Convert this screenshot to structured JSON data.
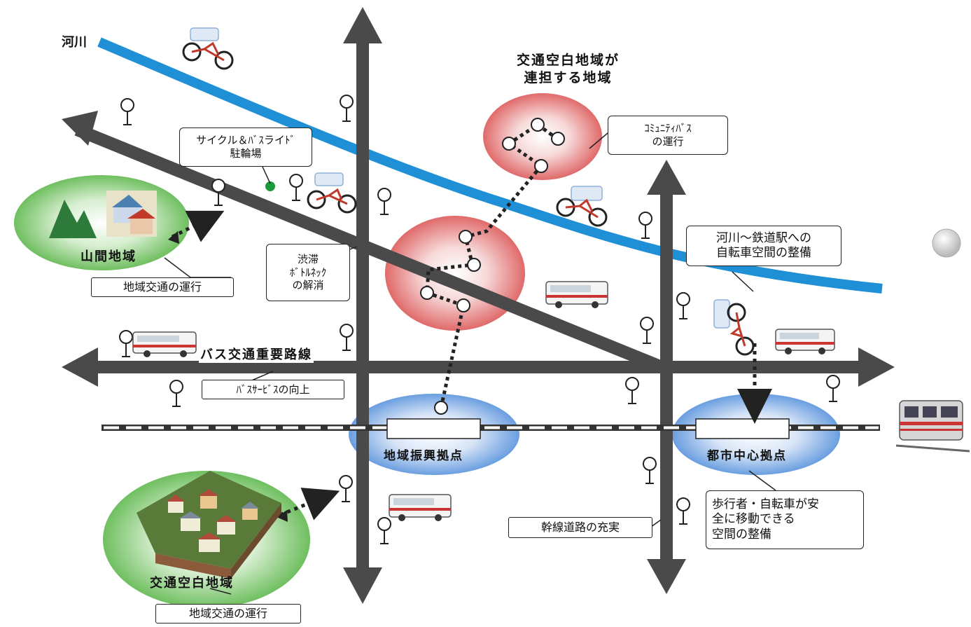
{
  "labels": {
    "river": "河川",
    "blank_area_title_line1": "交通空白地域が",
    "blank_area_title_line2": "連担する地域",
    "community_bus_line1": "ｺﾐｭﾆﾃｨﾊﾞｽ",
    "community_bus_line2": "の運行",
    "cycle_ride_line1": "サイクル＆ﾊﾞｽライﾄﾞ",
    "cycle_ride_line2": "駐輪場",
    "mountain_area": "山間地域",
    "mountain_transport": "地域交通の運行",
    "congestion_line1": "渋滞",
    "congestion_line2": "ﾎﾞﾄﾙﾈｯｸ",
    "congestion_line3": "の解消",
    "river_bike_line1": "河川～鉄道駅への",
    "river_bike_line2": "自転車空間の整備",
    "bus_route": "バス交通重要路線",
    "bus_service": "ﾊﾞｽｻｰﾋﾞｽの向上",
    "regional_hub": "地域振興拠点",
    "urban_hub": "都市中心拠点",
    "blank_area": "交通空白地域",
    "blank_transport": "地域交通の運行",
    "trunk_road": "幹線道路の充実",
    "pedestrian_line1": "歩行者・自転車が安",
    "pedestrian_line2": "全に移動できる",
    "pedestrian_line3": "空間の整備"
  },
  "colors": {
    "river": "#1f8fd6",
    "road": "#4a4a4a",
    "green_zone": "#6fbf60",
    "red_zone": "#e06a6a",
    "blue_zone": "#6a9ee0",
    "bus_stripe": "#cc3333"
  },
  "icons": {
    "bus": "bus-icon",
    "bicycle": "bicycle-icon",
    "bus_stop": "bus-stop-icon",
    "train": "train-icon",
    "mountain": "mountain-icon",
    "houses": "houses-icon",
    "town": "town-icon"
  }
}
